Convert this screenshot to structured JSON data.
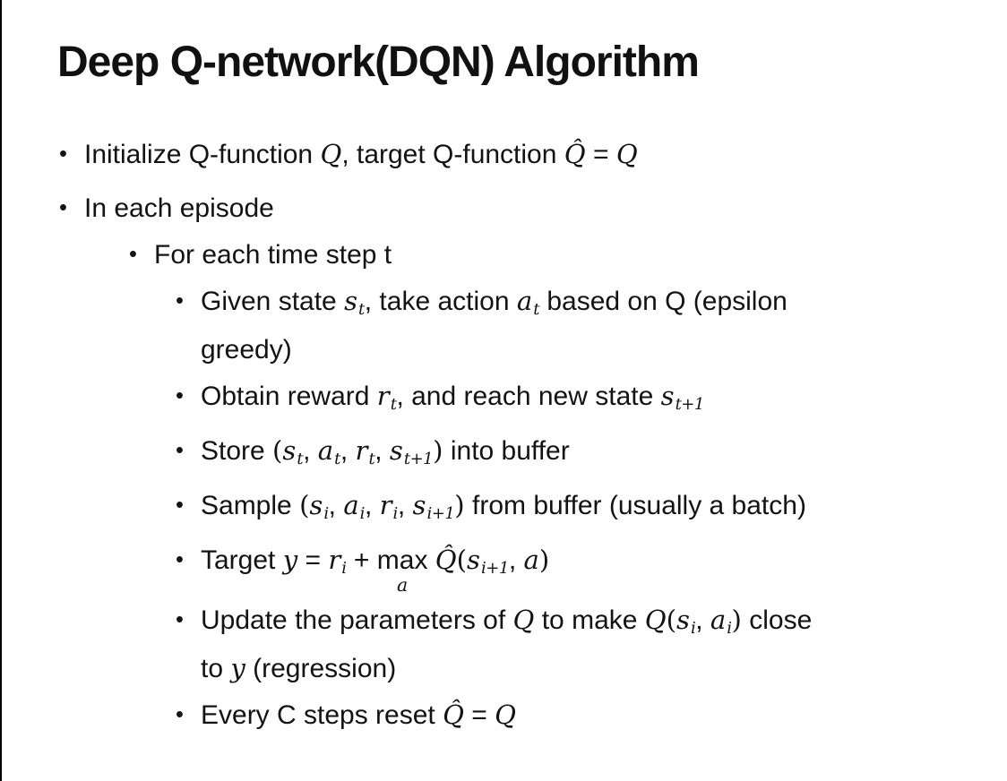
{
  "colors": {
    "background": "#ffffff",
    "text": "#131313",
    "border": "#000000"
  },
  "slide": {
    "title": "Deep Q-network(DQN) Algorithm",
    "bullet_glyph": "•",
    "bullets": [
      {
        "level": 1,
        "segments": [
          {
            "p": "Initialize Q-function "
          },
          {
            "m": "Q"
          },
          {
            "p": ", target Q-function "
          },
          {
            "m": "Q̂"
          },
          {
            "p": " = "
          },
          {
            "m": "Q"
          }
        ]
      },
      {
        "level": 1,
        "segments": [
          {
            "p": "In each episode"
          }
        ]
      },
      {
        "level": 2,
        "segments": [
          {
            "p": "For each time step t"
          }
        ]
      },
      {
        "level": 3,
        "segments": [
          {
            "p": "Given state "
          },
          {
            "m": "s",
            "sub": "t"
          },
          {
            "p": ", take action "
          },
          {
            "m": "a",
            "sub": "t"
          },
          {
            "p": " based on Q (epsilon"
          },
          {
            "br": true
          },
          {
            "p": "greedy)"
          }
        ]
      },
      {
        "level": 3,
        "segments": [
          {
            "p": "Obtain reward "
          },
          {
            "m": "r",
            "sub": "t"
          },
          {
            "p": ", and reach new state "
          },
          {
            "m": "s",
            "sub": "t+1"
          }
        ]
      },
      {
        "level": 3,
        "segments": [
          {
            "p": "Store "
          },
          {
            "d": "("
          },
          {
            "m": "s",
            "sub": "t"
          },
          {
            "p": ", "
          },
          {
            "m": "a",
            "sub": "t"
          },
          {
            "p": ", "
          },
          {
            "m": "r",
            "sub": "t"
          },
          {
            "p": ", "
          },
          {
            "m": "s",
            "sub": "t+1"
          },
          {
            "d": ")"
          },
          {
            "p": " into buffer"
          }
        ]
      },
      {
        "level": 3,
        "segments": [
          {
            "p": "Sample "
          },
          {
            "d": "("
          },
          {
            "m": "s",
            "sub": "i"
          },
          {
            "p": ", "
          },
          {
            "m": "a",
            "sub": "i"
          },
          {
            "p": ", "
          },
          {
            "m": "r",
            "sub": "i"
          },
          {
            "p": ", "
          },
          {
            "m": "s",
            "sub": "i+1"
          },
          {
            "d": ")"
          },
          {
            "p": " from buffer (usually a batch)"
          }
        ]
      },
      {
        "level": 3,
        "segments": [
          {
            "p": "Target "
          },
          {
            "m": "y"
          },
          {
            "p": " = "
          },
          {
            "m": "r",
            "sub": "i"
          },
          {
            "p": " + "
          },
          {
            "munder": {
              "base": "max",
              "under": "a"
            }
          },
          {
            "p": " "
          },
          {
            "m": "Q̂"
          },
          {
            "d": "("
          },
          {
            "m": "s",
            "sub": "i+1"
          },
          {
            "p": ", "
          },
          {
            "m": "a"
          },
          {
            "d": ")"
          }
        ]
      },
      {
        "level": 3,
        "segments": [
          {
            "p": "Update the parameters of "
          },
          {
            "m": "Q"
          },
          {
            "p": " to make "
          },
          {
            "m": "Q"
          },
          {
            "d": "("
          },
          {
            "m": "s",
            "sub": "i"
          },
          {
            "p": ", "
          },
          {
            "m": "a",
            "sub": "i"
          },
          {
            "d": ")"
          },
          {
            "p": " close"
          },
          {
            "br": true
          },
          {
            "p": "to "
          },
          {
            "m": "y"
          },
          {
            "p": " (regression)"
          }
        ]
      },
      {
        "level": 3,
        "segments": [
          {
            "p": "Every C steps reset "
          },
          {
            "m": "Q̂"
          },
          {
            "p": " = "
          },
          {
            "m": "Q"
          }
        ]
      }
    ]
  }
}
